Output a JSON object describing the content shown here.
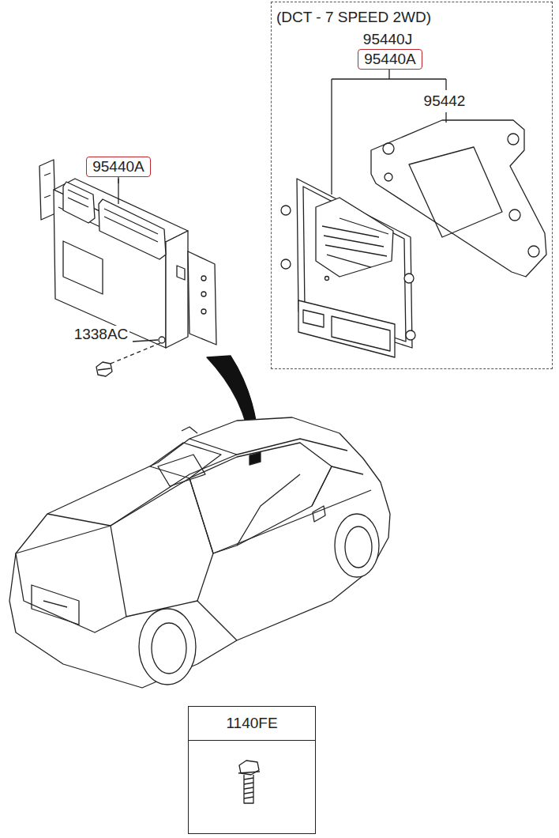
{
  "diagram": {
    "nodes": [
      {
        "text": [
          "(DCT - 7 SPEED 2WD)"
        ]
      },
      {
        "text": [
          "95440A"
        ],
        "in": 0
      },
      {
        "text": [
          "95440A"
        ]
      },
      {
        "text": [
          "1140FE"
        ]
      }
    ],
    "labels": [
      "95440J",
      "95442",
      "1338AC"
    ]
  }
}
